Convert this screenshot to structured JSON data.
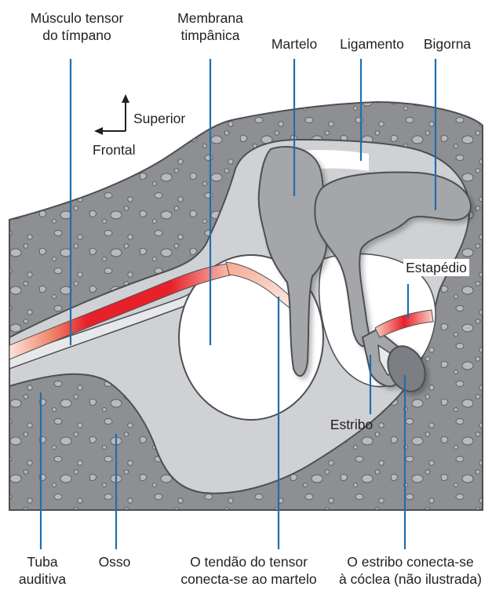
{
  "colors": {
    "bone": "#8d8f93",
    "bone_dark": "#6e7075",
    "cavity": "#d0d1d4",
    "ossicle": "#a4a6aa",
    "muscle": "#e8202a",
    "leader": "#1f6fae",
    "hole": "#f2f2f2"
  },
  "labels": {
    "tensor_muscle": [
      "Músculo tensor",
      "do tímpano"
    ],
    "tympanic_membrane": [
      "Membrana",
      "timpânica"
    ],
    "malleus": "Martelo",
    "ligament": "Ligamento",
    "incus": "Bigorna",
    "stapedius": "Estapédio",
    "stapes": "Estribo",
    "auditory_tube": [
      "Tuba",
      "auditiva"
    ],
    "bone": "Osso",
    "tendon_note": [
      "O tendão do tensor",
      "conecta-se ao martelo"
    ],
    "stapes_note": [
      "O estribo conecta-se",
      "à cóclea (não ilustrada)"
    ]
  },
  "compass": {
    "superior": "Superior",
    "frontal": "Frontal",
    "icons": [
      "arrow-up-icon",
      "arrow-left-icon"
    ]
  }
}
